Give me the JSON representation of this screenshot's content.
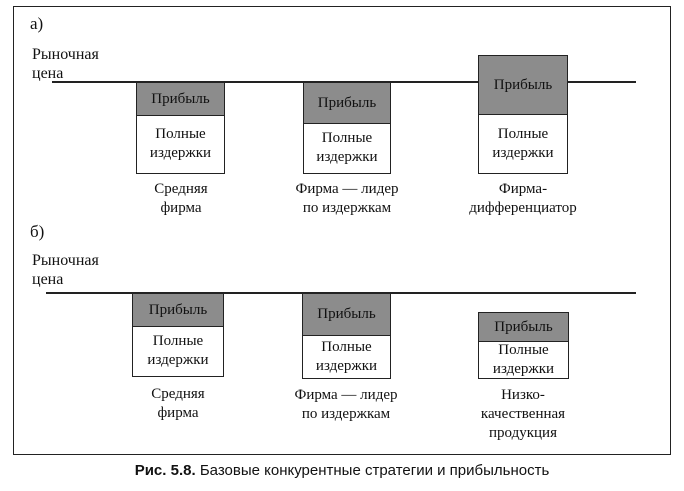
{
  "colors": {
    "profit_fill": "#8c8c8c",
    "line": "#222222",
    "background": "#ffffff"
  },
  "panels": [
    {
      "label": "а)",
      "price_label": "Рыночная\nцена",
      "firms": [
        {
          "profit": "Прибыль",
          "costs": "Полные\nиздержки",
          "caption": "Средняя\nфирма"
        },
        {
          "profit": "Прибыль",
          "costs": "Полные\nиздержки",
          "caption": "Фирма — лидер\nпо издержкам"
        },
        {
          "profit": "Прибыль",
          "costs": "Полные\nиздержки",
          "caption": "Фирма-\nдифференциатор"
        }
      ]
    },
    {
      "label": "б)",
      "price_label": "Рыночная\nцена",
      "firms": [
        {
          "profit": "Прибыль",
          "costs": "Полные\nиздержки",
          "caption": "Средняя\nфирма"
        },
        {
          "profit": "Прибыль",
          "costs": "Полные\nиздержки",
          "caption": "Фирма — лидер\nпо издержкам"
        },
        {
          "profit": "Прибыль",
          "costs": "Полные\nиздержки",
          "caption": "Низко-\nкачественная\nпродукция"
        }
      ]
    }
  ],
  "figure": {
    "number": "Рис. 5.8.",
    "title": "Базовые конкурентные стратегии и прибыльность"
  }
}
